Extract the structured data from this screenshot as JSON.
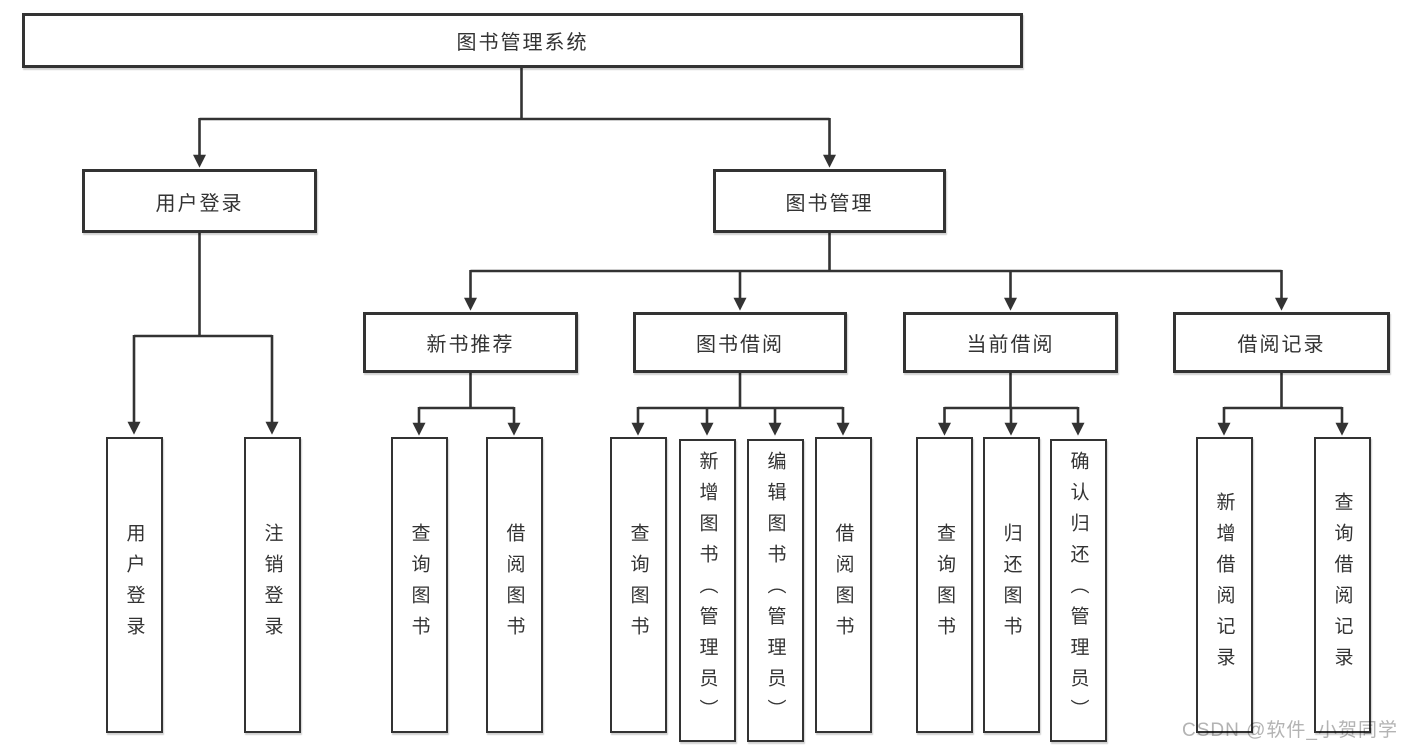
{
  "tree": {
    "root": {
      "label": "图书管理系统",
      "children": [
        {
          "label": "用户登录",
          "children": [
            {
              "label": "用户登录"
            },
            {
              "label": "注销登录"
            }
          ]
        },
        {
          "label": "图书管理",
          "children": [
            {
              "label": "新书推荐",
              "children": [
                {
                  "label": "查询图书"
                },
                {
                  "label": "借阅图书"
                }
              ]
            },
            {
              "label": "图书借阅",
              "children": [
                {
                  "label": "查询图书"
                },
                {
                  "label": "新增图书（管理员）"
                },
                {
                  "label": "编辑图书（管理员）"
                },
                {
                  "label": "借阅图书"
                }
              ]
            },
            {
              "label": "当前借阅",
              "children": [
                {
                  "label": "查询图书"
                },
                {
                  "label": "归还图书"
                },
                {
                  "label": "确认归还（管理员）"
                }
              ]
            },
            {
              "label": "借阅记录",
              "children": [
                {
                  "label": "新增借阅记录"
                },
                {
                  "label": "查询借阅记录"
                }
              ]
            }
          ]
        }
      ]
    }
  },
  "watermark": {
    "text": "CSDN @软件_小贺同学"
  },
  "colors": {
    "line": "#333333",
    "border": "#333333",
    "text": "#333333",
    "watermark": "#b3b3b3",
    "background": "#ffffff"
  }
}
